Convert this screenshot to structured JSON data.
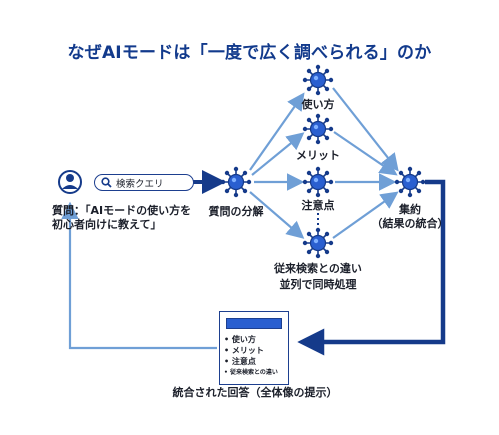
{
  "title": "なぜAIモードは「一度で広く調べられる」のか",
  "query_box": {
    "label": "検索クエリ"
  },
  "question_label": "質問：「AIモードの使い方を\n初心者向けに教えて」",
  "decompose_label": "質問の分解",
  "branches": [
    "使い方",
    "メリット",
    "注意点",
    "従来検索との違い"
  ],
  "parallel_label": "並列で同時処理",
  "aggregate_label": "集約\n（結果の統合）",
  "answer_card": {
    "items": [
      "使い方",
      "メリット",
      "注意点",
      "従来検索との違い"
    ]
  },
  "answer_label": "統合された回答（全体像の提示）",
  "colors": {
    "primary": "#123a8c",
    "node": "#2a5fd0",
    "arrow_light": "#6f9fd6",
    "arrow_dark": "#153a8a"
  },
  "icons": [
    "user-icon",
    "search-icon",
    "network-node-icon"
  ]
}
